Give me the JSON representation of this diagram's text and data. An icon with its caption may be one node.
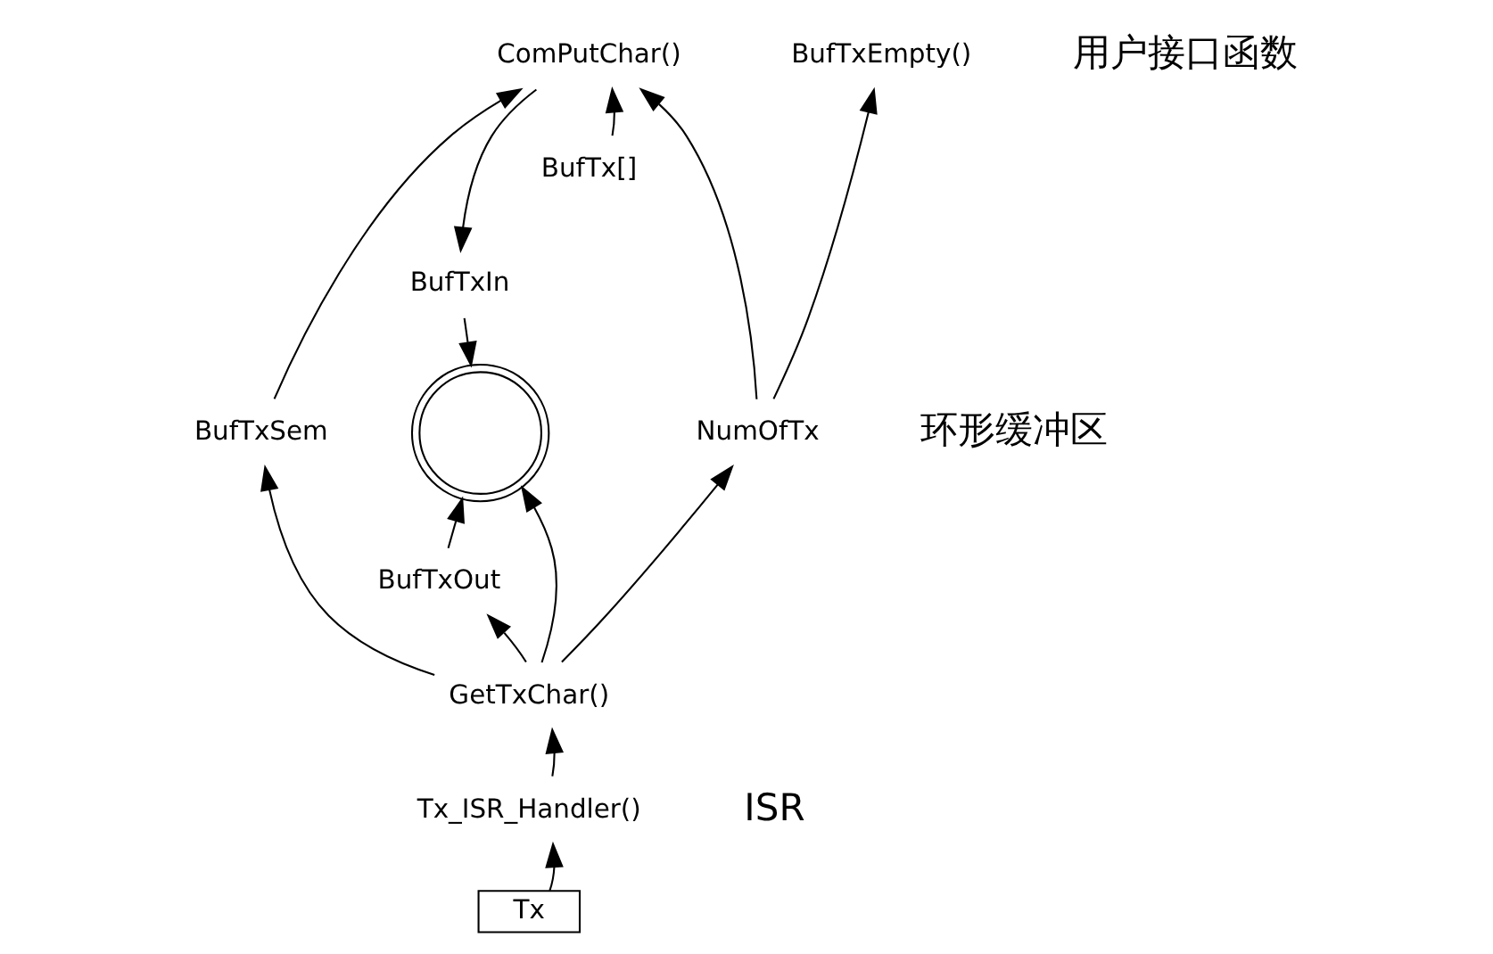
{
  "diagram": {
    "nodes": [
      {
        "text": [
          "ComPutChar()"
        ]
      },
      {
        "text": [
          "BufTxEmpty()"
        ]
      },
      {
        "text": [
          "BufTx[]"
        ]
      },
      {
        "text": [
          "BufTxIn"
        ]
      },
      {
        "text": [
          "BufTxSem"
        ]
      },
      {
        "text": [],
        "shape": "circle"
      },
      {
        "text": [
          "NumOfTx"
        ]
      },
      {
        "text": [
          "BufTxOut"
        ]
      },
      {
        "text": [
          "GetTxChar()"
        ]
      },
      {
        "text": [
          "Tx_ISR_Handler()"
        ]
      },
      {
        "text": [
          "Tx"
        ]
      }
    ],
    "edges": [
      {
        "from": 4,
        "to": 0,
        "arrow": "to"
      },
      {
        "from": 0,
        "to": 3,
        "arrow": "to"
      },
      {
        "from": 2,
        "to": 0,
        "arrow": "to"
      },
      {
        "from": 6,
        "to": 0,
        "arrow": "to"
      },
      {
        "from": 6,
        "to": 1,
        "arrow": "to"
      },
      {
        "from": 3,
        "to": 5,
        "arrow": "to"
      },
      {
        "from": 7,
        "to": 5,
        "arrow": "to"
      },
      {
        "from": 8,
        "to": 4,
        "arrow": "to"
      },
      {
        "from": 8,
        "to": 7,
        "arrow": "to"
      },
      {
        "from": 8,
        "to": 5,
        "arrow": "to"
      },
      {
        "from": 8,
        "to": 6,
        "arrow": "to"
      },
      {
        "from": 9,
        "to": 8,
        "arrow": "to"
      },
      {
        "from": 10,
        "to": 9,
        "arrow": "to"
      }
    ],
    "labels": [
      "用户接口函数",
      "环形缓冲区",
      "ISR"
    ]
  }
}
